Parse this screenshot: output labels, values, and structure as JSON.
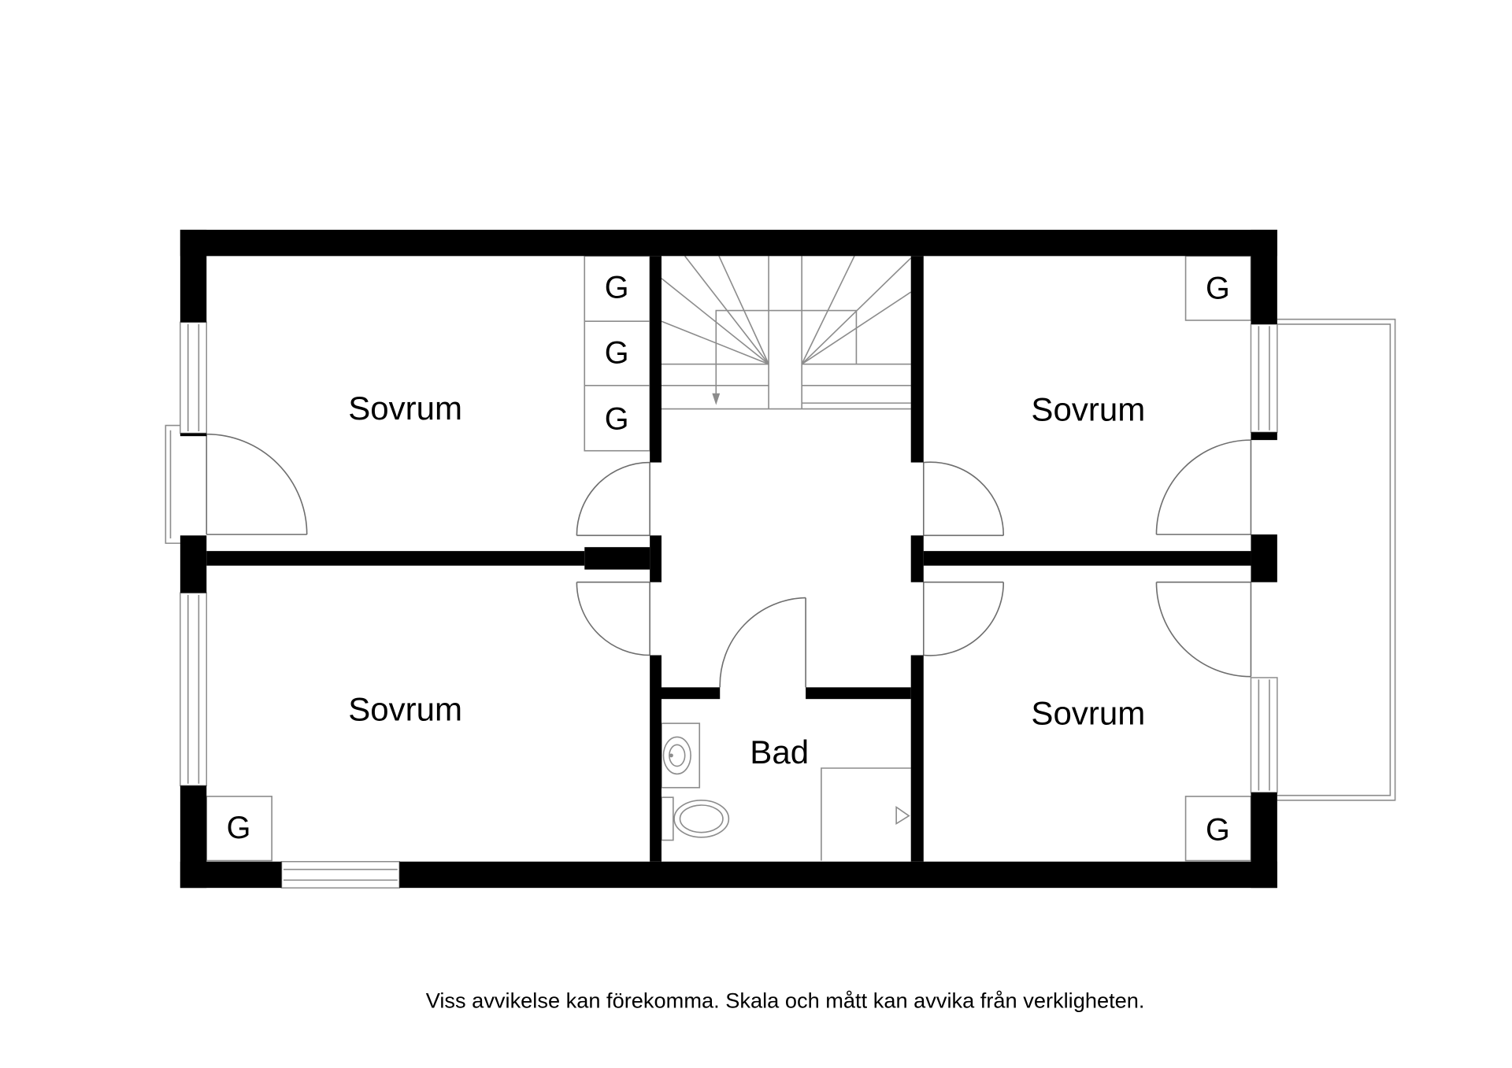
{
  "rooms": {
    "bedroom_top_left": "Sovrum",
    "bedroom_bottom_left": "Sovrum",
    "bedroom_top_right": "Sovrum",
    "bedroom_bottom_right": "Sovrum",
    "bathroom": "Bad"
  },
  "closets": {
    "top_left_1": "G",
    "top_left_2": "G",
    "top_left_3": "G",
    "top_right": "G",
    "bottom_left": "G",
    "bottom_right": "G"
  },
  "footer": {
    "disclaimer": "Viss avvikelse kan förekomma. Skala och mått kan avvika från verkligheten."
  },
  "colors": {
    "wall": "#000000",
    "fixture_line": "#8c8c8c",
    "background": "#ffffff"
  }
}
